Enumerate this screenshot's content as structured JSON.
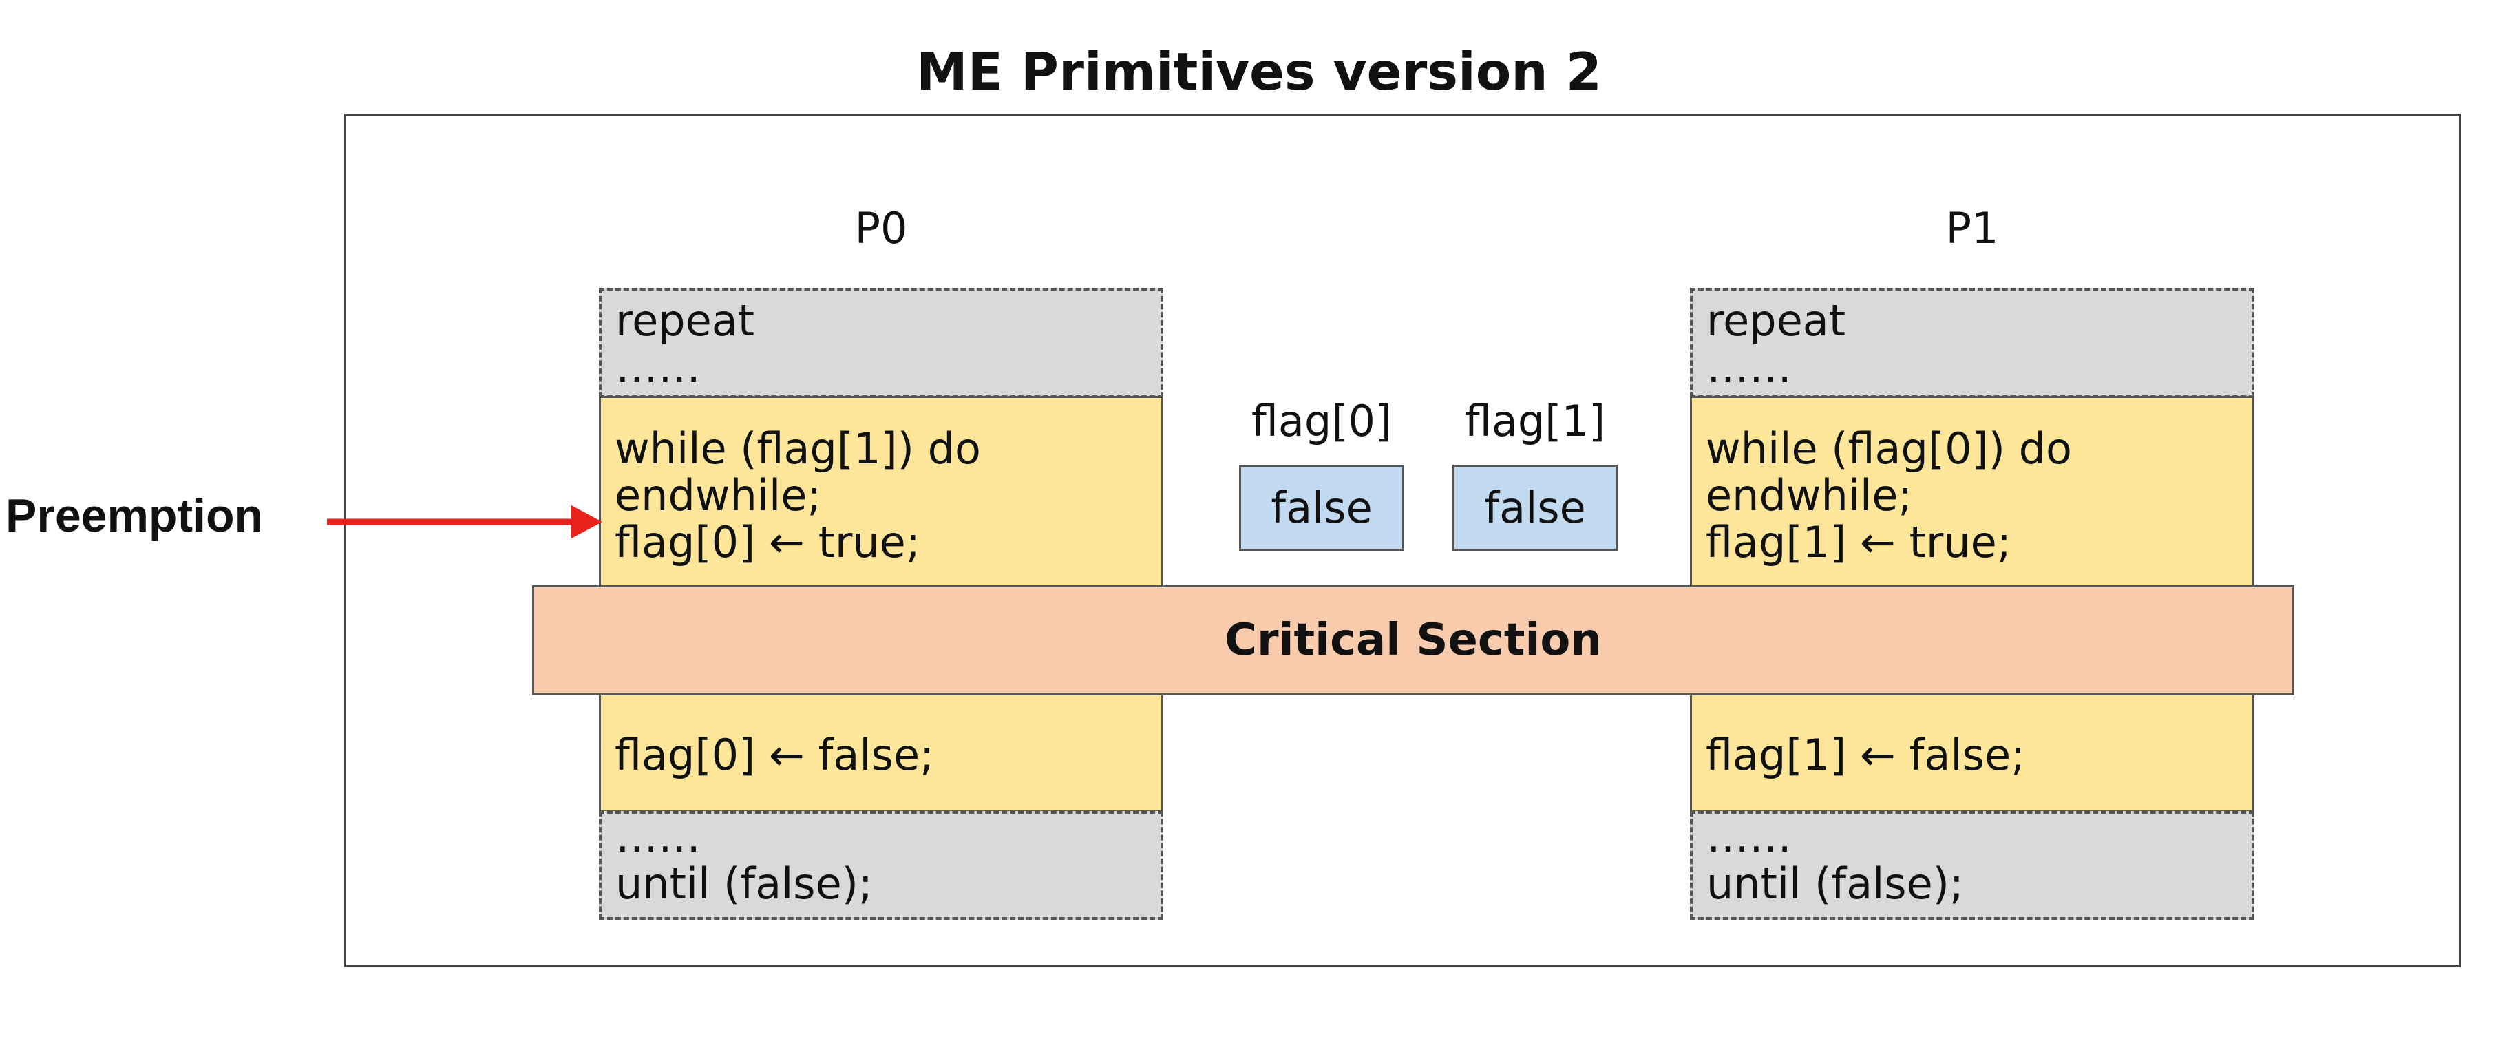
{
  "title": "ME Primitives version 2",
  "annotation": {
    "label": "Preemption",
    "arrow_color": "#e8221c"
  },
  "processes": [
    {
      "name": "P0",
      "top": [
        "repeat",
        "……"
      ],
      "entry": [
        "while (flag[1]) do",
        "endwhile;",
        "flag[0] ← true;"
      ],
      "exit": [
        "flag[0] ← false;"
      ],
      "bottom": [
        "……",
        "until (false);"
      ]
    },
    {
      "name": "P1",
      "top": [
        "repeat",
        "……"
      ],
      "entry": [
        "while (flag[0]) do",
        "endwhile;",
        "flag[1] ← true;"
      ],
      "exit": [
        "flag[1] ← false;"
      ],
      "bottom": [
        "……",
        "until (false);"
      ]
    }
  ],
  "flags": [
    {
      "name": "flag[0]",
      "value": "false"
    },
    {
      "name": "flag[1]",
      "value": "false"
    }
  ],
  "critical_section": "Critical Section",
  "colors": {
    "gray_block": "#d9d9d9",
    "yellow_block": "#fde599",
    "flag_box": "#c2daf0",
    "critical_section": "#f8cbad"
  }
}
